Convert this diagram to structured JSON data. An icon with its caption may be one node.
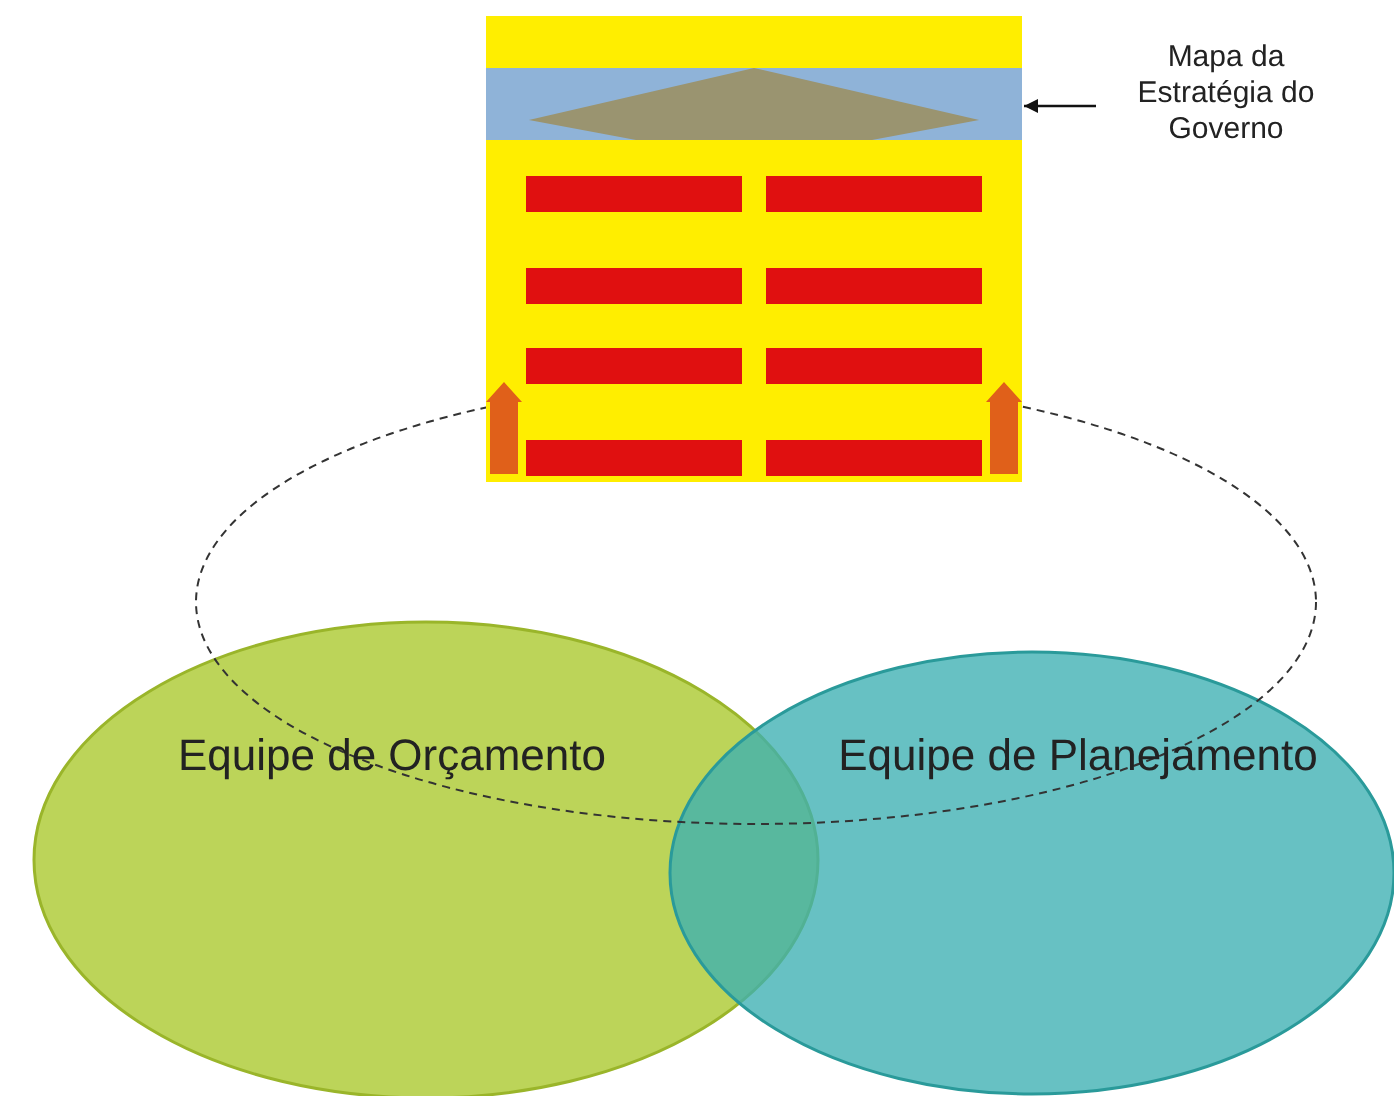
{
  "diagram": {
    "nodes": [
      {
        "text": [],
        "shape": "picture"
      },
      {
        "text": [
          "Mapa da Estratégia do Governo"
        ]
      },
      {
        "text": [
          "Equipe de Orçamento"
        ]
      },
      {
        "text": [
          "Equipe de Planejamento"
        ]
      },
      {
        "text": [],
        "shape": "ellipse"
      }
    ],
    "edges": [
      {
        "from": 1,
        "to": 0,
        "arrow": "to"
      }
    ]
  }
}
